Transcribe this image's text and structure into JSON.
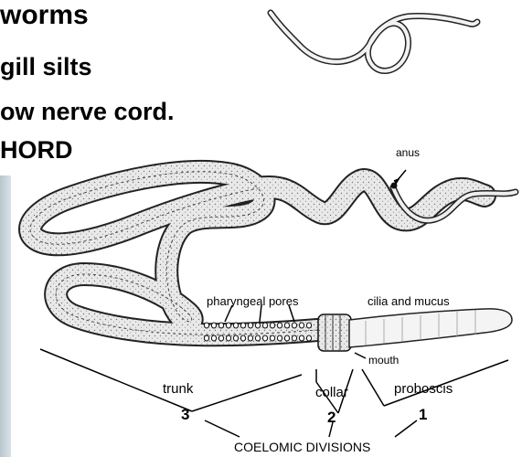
{
  "slide": {
    "lines": [
      "worms",
      "gill silts",
      "ow nerve cord.",
      "HORD"
    ]
  },
  "diagram": {
    "labels": {
      "anus": "anus",
      "pharyngeal_pores": "pharyngeal pores",
      "cilia_mucus": "cilia and mucus",
      "mouth": "mouth",
      "trunk": "trunk",
      "collar": "collar",
      "proboscis": "proboscis",
      "n3": "3",
      "n2": "2",
      "n1": "1",
      "coelomic": "COELOMIC DIVISIONS"
    }
  }
}
